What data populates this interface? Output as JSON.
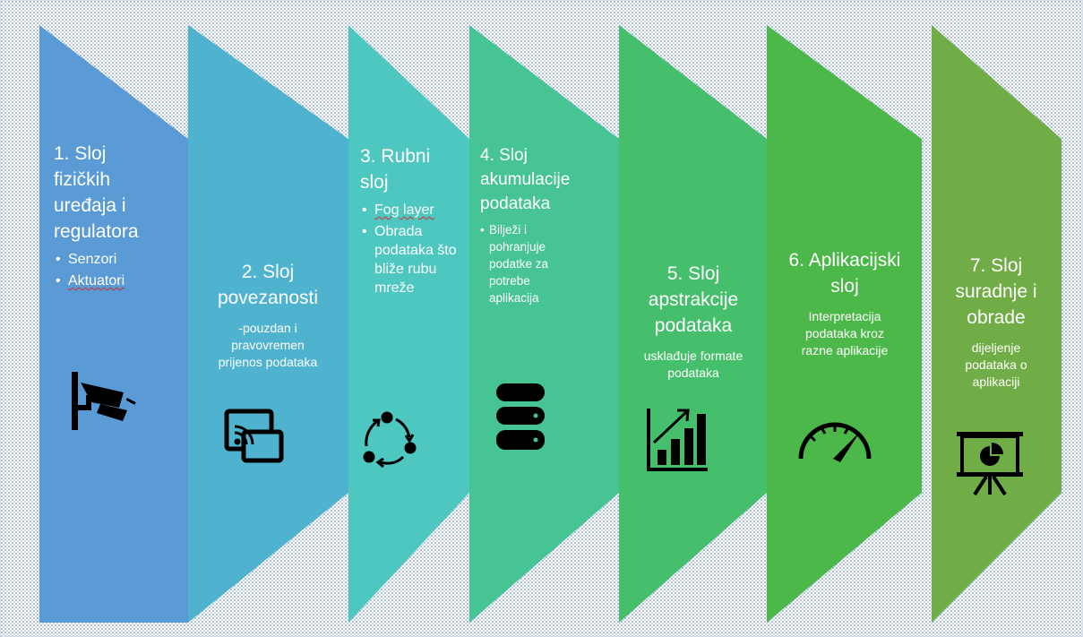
{
  "layers": [
    {
      "title_lines": [
        "1. Sloj",
        "fizičkih",
        "uređaja i",
        "regulatora"
      ],
      "bullets": [
        "Senzori",
        "Aktuatori"
      ],
      "color": "#5b9bd5",
      "icon": "security-camera-icon"
    },
    {
      "title_lines": [
        "2. Sloj",
        "povezanosti"
      ],
      "description_lines": [
        "-pouzdan i",
        "pravovremen",
        "prijenos podataka"
      ],
      "color": "#4fb3cf",
      "icon": "wireless-screen-cast-icon"
    },
    {
      "title_lines": [
        "3. Rubni",
        "sloj"
      ],
      "bullets": [
        "Fog layer",
        "Obrada podataka što bliže rubu mreže"
      ],
      "color": "#4dc7c0",
      "icon": "cycle-nodes-icon"
    },
    {
      "title_lines": [
        "4. Sloj",
        "akumulacije",
        "podataka"
      ],
      "bullets": [
        "Bilježi i pohranjuje podatke za potrebe aplikacija"
      ],
      "color": "#46c494",
      "icon": "database-icon"
    },
    {
      "title_lines": [
        "5. Sloj",
        "apstrakcije",
        "podataka"
      ],
      "description_lines": [
        "usklađuje formate",
        "podataka"
      ],
      "color": "#45bf6b",
      "icon": "bar-chart-growth-icon"
    },
    {
      "title_lines": [
        "6. Aplikacijski",
        "sloj"
      ],
      "description_lines": [
        "Interpretacija",
        "podataka kroz",
        "razne aplikacije"
      ],
      "color": "#4db84a",
      "icon": "speedometer-icon"
    },
    {
      "title_lines": [
        "7. Sloj",
        "suradnje i",
        "obrade"
      ],
      "description_lines": [
        "dijeljenje",
        "podataka o",
        "aplikaciji"
      ],
      "color": "#70ad47",
      "icon": "presentation-board-icon"
    }
  ]
}
